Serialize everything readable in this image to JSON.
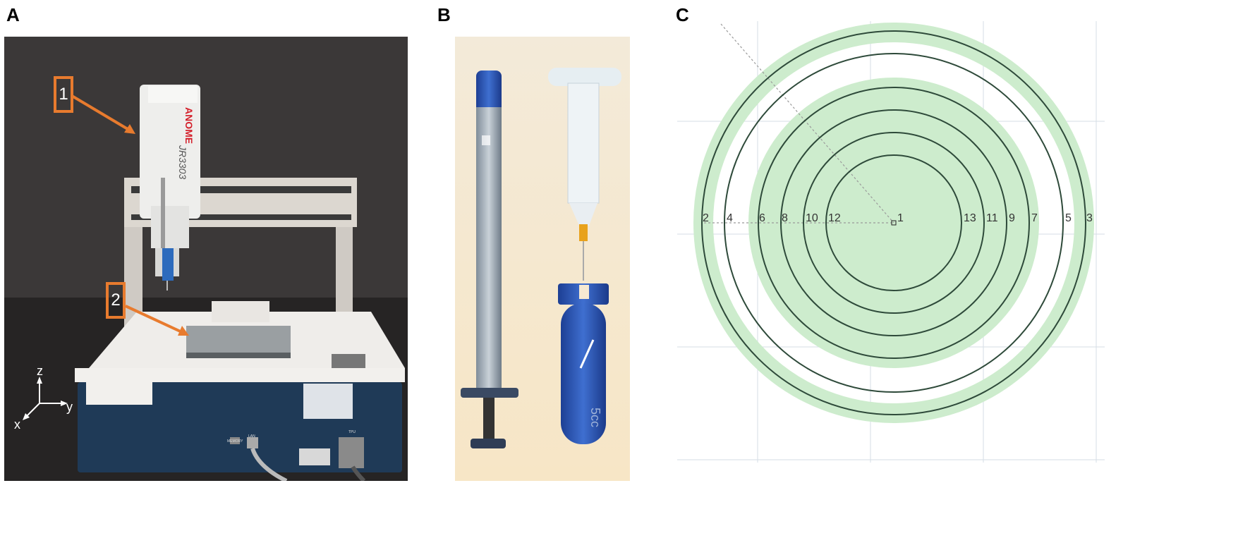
{
  "panels": {
    "a": {
      "letter": "A",
      "callouts": [
        "1",
        "2"
      ],
      "brand_text": "ANOME",
      "model_text": "JR3303",
      "label_memory": "MEMORY",
      "label_lan": "LAN",
      "label_tpu": "TPU",
      "axes": {
        "z": "z",
        "y": "y",
        "x": "x"
      }
    },
    "b": {
      "letter": "B",
      "cartridge_label": "5cc"
    },
    "c": {
      "letter": "C",
      "ring_labels_left": [
        "2",
        "4",
        "6",
        "8",
        "10",
        "12"
      ],
      "center_label": "1",
      "ring_labels_right": [
        "13",
        "11",
        "9",
        "7",
        "5",
        "3"
      ],
      "band_color": "#cdeccd"
    }
  }
}
